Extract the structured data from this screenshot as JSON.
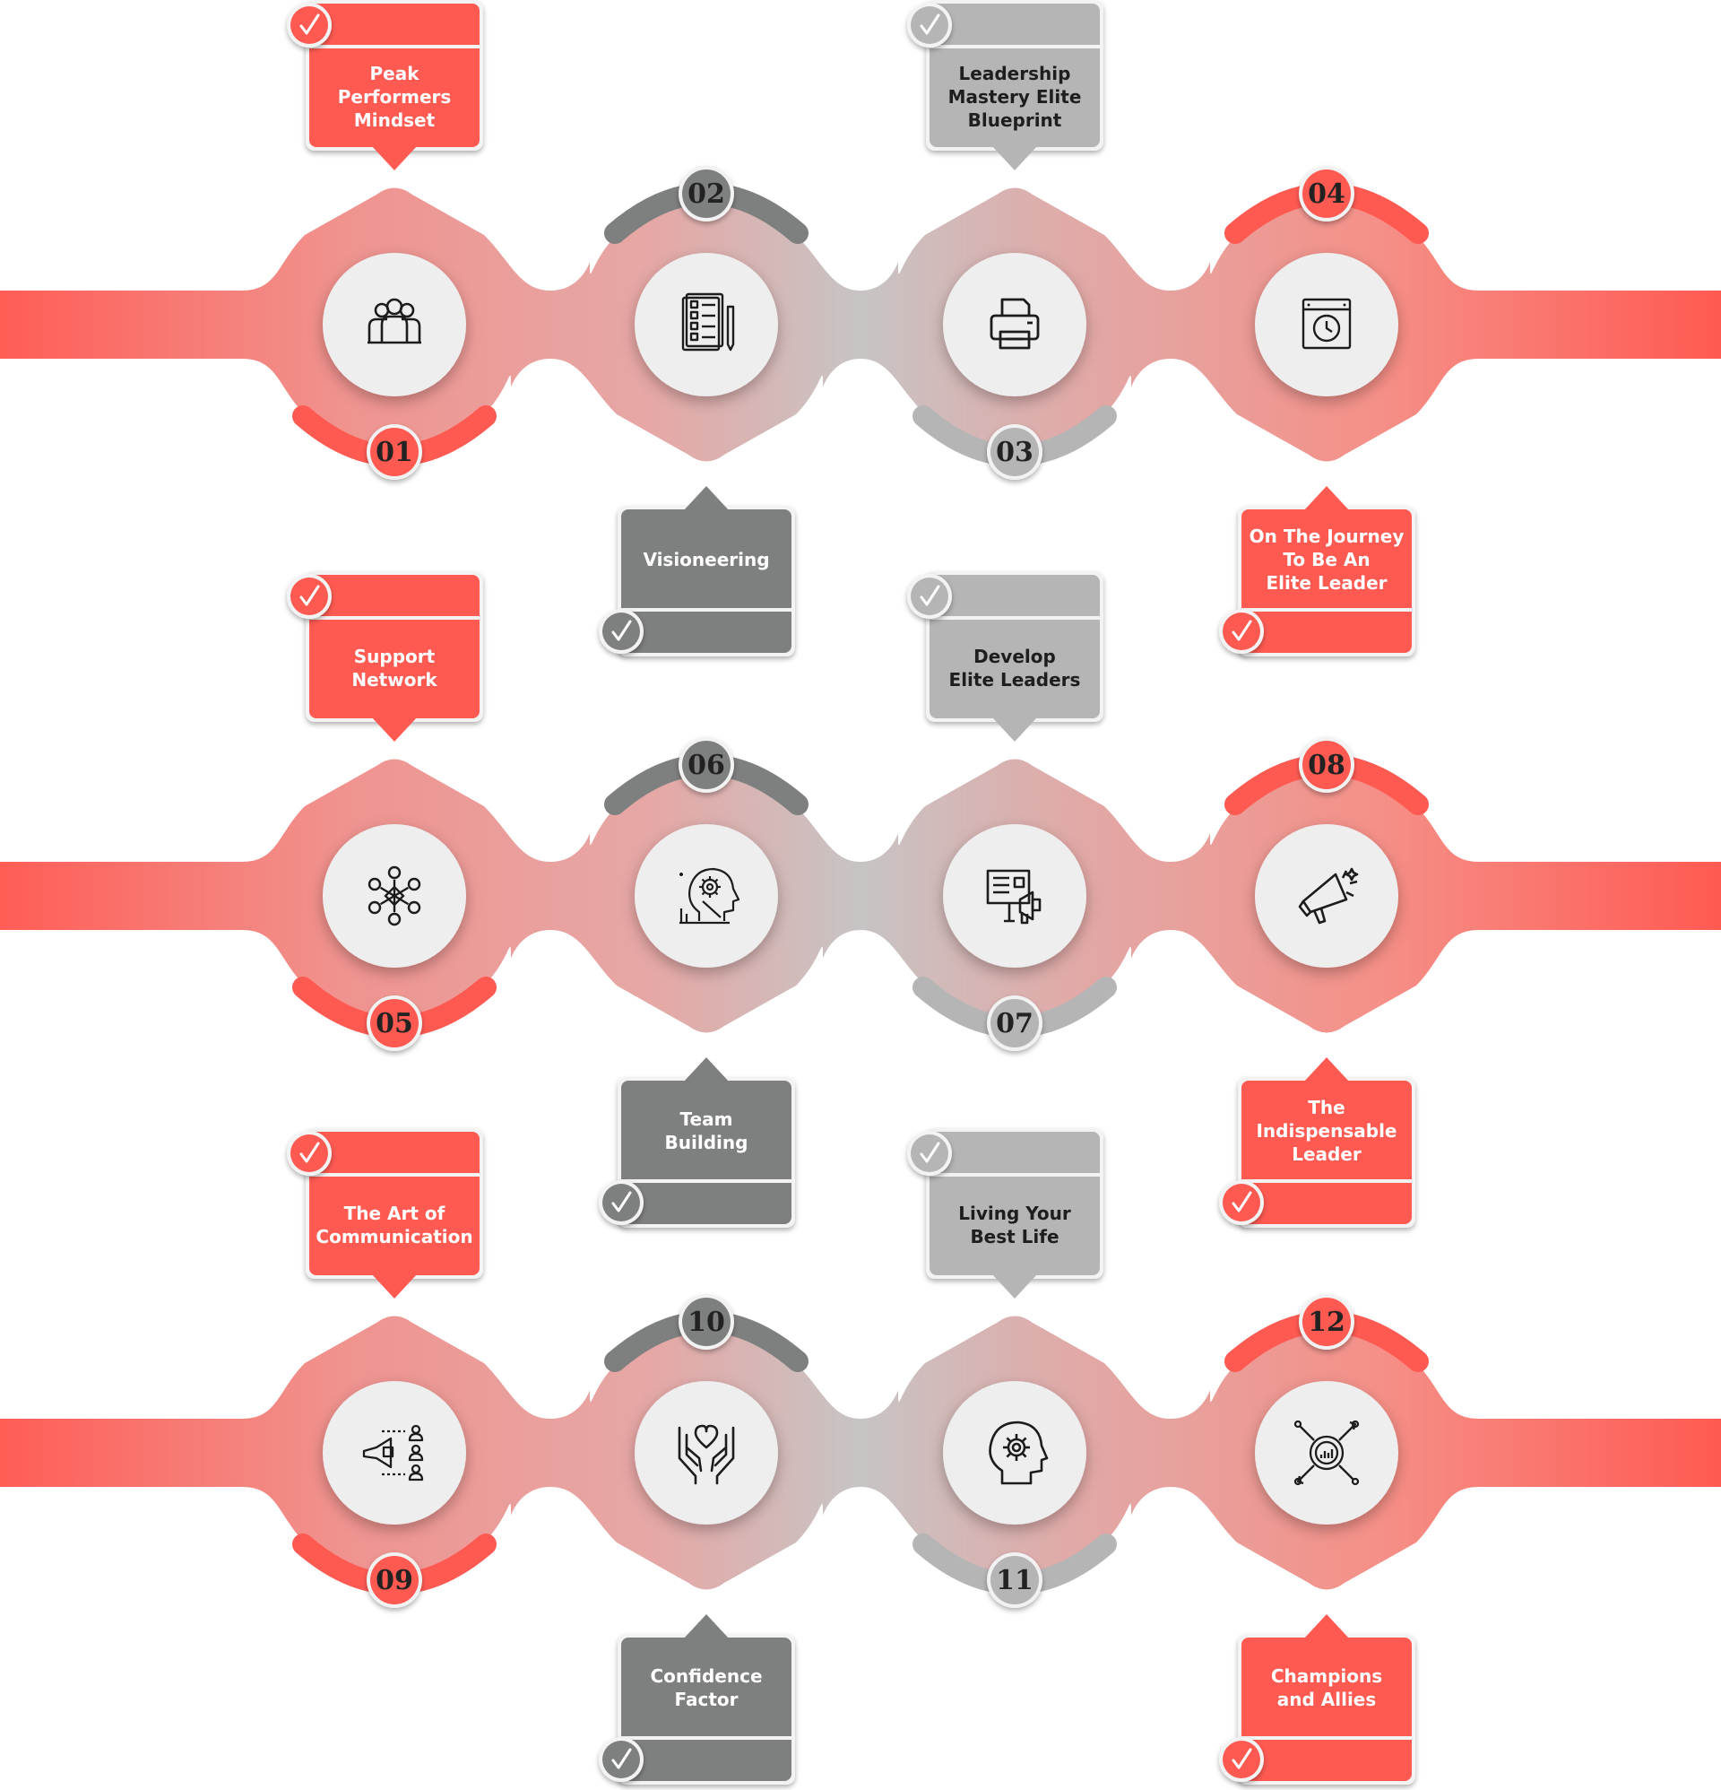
{
  "colors": {
    "red": "#ff5a52",
    "red_light": "#f28f8b",
    "gray": "#7e807f",
    "gray_light": "#b5b5b5",
    "circle": "#eeeeee",
    "icon": "#1c1c1c"
  },
  "steps": [
    {
      "number": "01",
      "title": "Peak\nPerformers\nMindset",
      "icon": "team-icon",
      "color": "red"
    },
    {
      "number": "02",
      "title": "Visioneering",
      "icon": "checklist-icon",
      "color": "gray"
    },
    {
      "number": "03",
      "title": "Leadership\nMastery Elite\nBlueprint",
      "icon": "printer-icon",
      "color": "gray_light"
    },
    {
      "number": "04",
      "title": "On The Journey\nTo Be An\nElite Leader",
      "icon": "clock-calendar-icon",
      "color": "red"
    },
    {
      "number": "05",
      "title": "Support\nNetwork",
      "icon": "network-icon",
      "color": "red"
    },
    {
      "number": "06",
      "title": "Team\nBuilding",
      "icon": "mind-gear-icon",
      "color": "gray"
    },
    {
      "number": "07",
      "title": "Develop\nElite Leaders",
      "icon": "presentation-icon",
      "color": "gray_light"
    },
    {
      "number": "08",
      "title": "The\nIndispensable\nLeader",
      "icon": "megaphone-icon",
      "color": "red"
    },
    {
      "number": "09",
      "title": "The Art of\nCommunication",
      "icon": "broadcast-people-icon",
      "color": "red"
    },
    {
      "number": "10",
      "title": "Confidence\nFactor",
      "icon": "hands-heart-icon",
      "color": "gray"
    },
    {
      "number": "11",
      "title": "Living Your\nBest Life",
      "icon": "head-gear-icon",
      "color": "gray_light"
    },
    {
      "number": "12",
      "title": "Champions\nand Allies",
      "icon": "money-target-icon",
      "color": "red"
    }
  ]
}
